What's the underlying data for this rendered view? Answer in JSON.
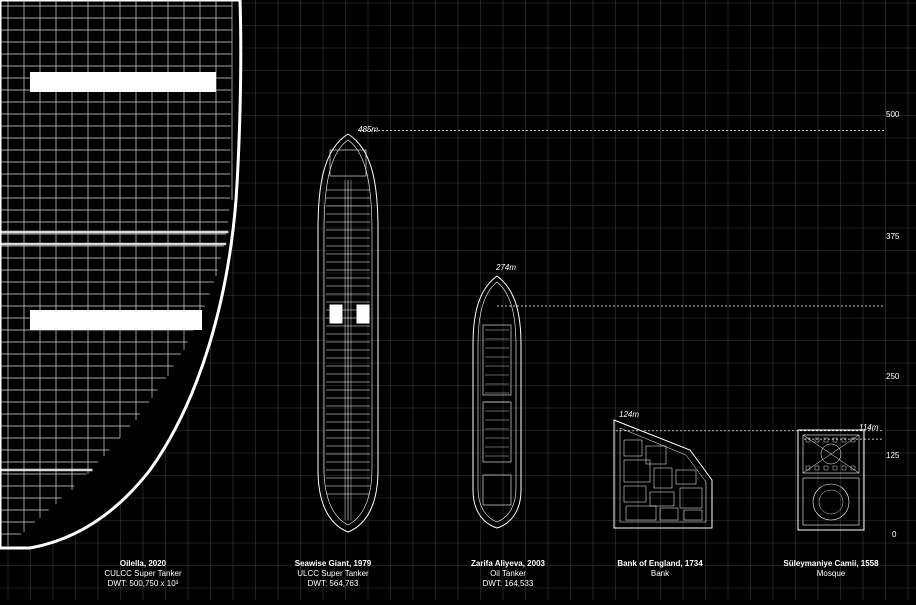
{
  "scale": {
    "unit": "m",
    "ticks": [
      "500",
      "375",
      "250",
      "125",
      "0"
    ]
  },
  "objects": [
    {
      "name": "Oilella, 2020",
      "line2": "CULCC Super Tanker",
      "line3": "DWT: 500,750 x 10³"
    },
    {
      "name": "Seawise Giant, 1979",
      "line2": "ULCC Super Tanker",
      "line3": "DWT: 564,763",
      "length": "485m",
      "length_value": 485
    },
    {
      "name": "Zarifa Aliyeva, 2003",
      "line2": "Oil Tanker",
      "line3": "DWT: 164,533",
      "length": "274m",
      "length_value": 274
    },
    {
      "name": "Bank of England, 1734",
      "line2": "Bank",
      "length": "124m",
      "length_value": 124
    },
    {
      "name": "Süleymaniye Camii, 1558",
      "line2": "Mosque",
      "length": "114m",
      "length_value": 114
    }
  ],
  "colors": {
    "background": "#000000",
    "grid": "#3a3a3a",
    "drawing": "#ffffff"
  }
}
